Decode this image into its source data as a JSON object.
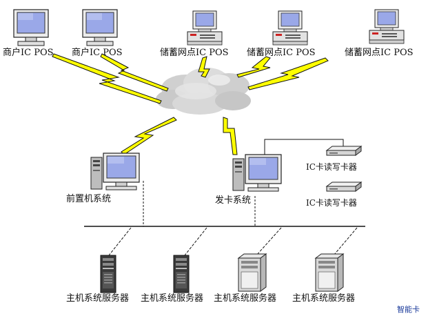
{
  "terminals": [
    {
      "label": "商户IC POS",
      "kind": "monitor"
    },
    {
      "label": "商户IC POS",
      "kind": "monitor"
    },
    {
      "label": "储蓄网点IC POS",
      "kind": "desktop"
    },
    {
      "label": "储蓄网点IC POS",
      "kind": "desktop"
    },
    {
      "label": "储蓄网点IC POS",
      "kind": "desktop"
    }
  ],
  "front_system": {
    "label": "前置机系统"
  },
  "issuing_system": {
    "label": "发卡系统"
  },
  "card_devices": [
    {
      "label": "IC卡读写卡器"
    },
    {
      "label": "IC卡读写卡器"
    }
  ],
  "servers": [
    {
      "label": "主机系统服务器",
      "kind": "tower-dark"
    },
    {
      "label": "主机系统服务器",
      "kind": "tower-dark"
    },
    {
      "label": "主机系统服务器",
      "kind": "tower-light"
    },
    {
      "label": "主机系统服务器",
      "kind": "tower-light"
    }
  ],
  "corner_text": "智能卡",
  "colors": {
    "lightning": "#ffff00",
    "lightning_stroke": "#111111",
    "screen": "#9aa8e8",
    "cloud": "#d6d6d6"
  }
}
